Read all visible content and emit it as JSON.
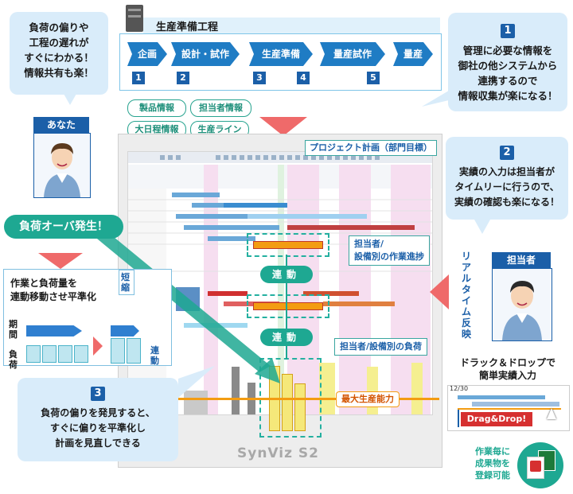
{
  "top_left_bubble": {
    "lines": [
      "負荷の偏りや",
      "工程の遅れが",
      "すぐにわかる！",
      "情報共有も楽！"
    ]
  },
  "you_label": "あなた",
  "process": {
    "title": "生産準備工程",
    "steps": [
      "企画",
      "設計・試作",
      "生産準備",
      "量産試作",
      "量産"
    ],
    "markers": [
      "1",
      "2",
      "3",
      "4",
      "5"
    ]
  },
  "tags": [
    "製品情報",
    "担当者情報",
    "大日程情報",
    "生産ライン"
  ],
  "point1": {
    "num": "1",
    "lines": [
      "管理に必要な情報を",
      "御社の他システムから",
      "連携するので",
      "情報収集が楽になる！"
    ]
  },
  "point2": {
    "num": "2",
    "lines": [
      "実績の入力は担当者が",
      "タイムリーに行うので、",
      "実績の確認も楽になる！"
    ]
  },
  "point3": {
    "num": "3",
    "lines": [
      "負荷の偏りを発見すると、",
      "すぐに偏りを平準化し",
      "計画を見直しできる"
    ]
  },
  "project_plan_label": "プロジェクト計画（部門目標）",
  "overload_label": "負荷オーバ発生！",
  "smoothing": {
    "title_lines": [
      "作業と負荷量を",
      "連動移動させ平準化"
    ],
    "period": "期間",
    "load": "負荷",
    "shorten": "短縮",
    "link": "連動"
  },
  "link_pill": "連動",
  "per_person_progress": [
    "担当者/",
    "設備別の作業進捗"
  ],
  "per_person_load": "担当者/設備別の負荷",
  "max_capacity": "最大生産能力",
  "staff_label": "担当者",
  "realtime_vertical": "リアルタイム反映",
  "dnd": {
    "title_lines": [
      "ドラック＆ドロップで",
      "簡単実績入力"
    ],
    "button": "Drag&Drop!",
    "date": "12/30"
  },
  "file_note": [
    "作業毎に",
    "成果物を",
    "登録可能"
  ],
  "product_logo": "SynViz S2",
  "colors": {
    "accent_blue": "#1f7cc4",
    "teal": "#1ea892",
    "red_arrow": "#ef6a6a",
    "orange": "#f39c12"
  }
}
